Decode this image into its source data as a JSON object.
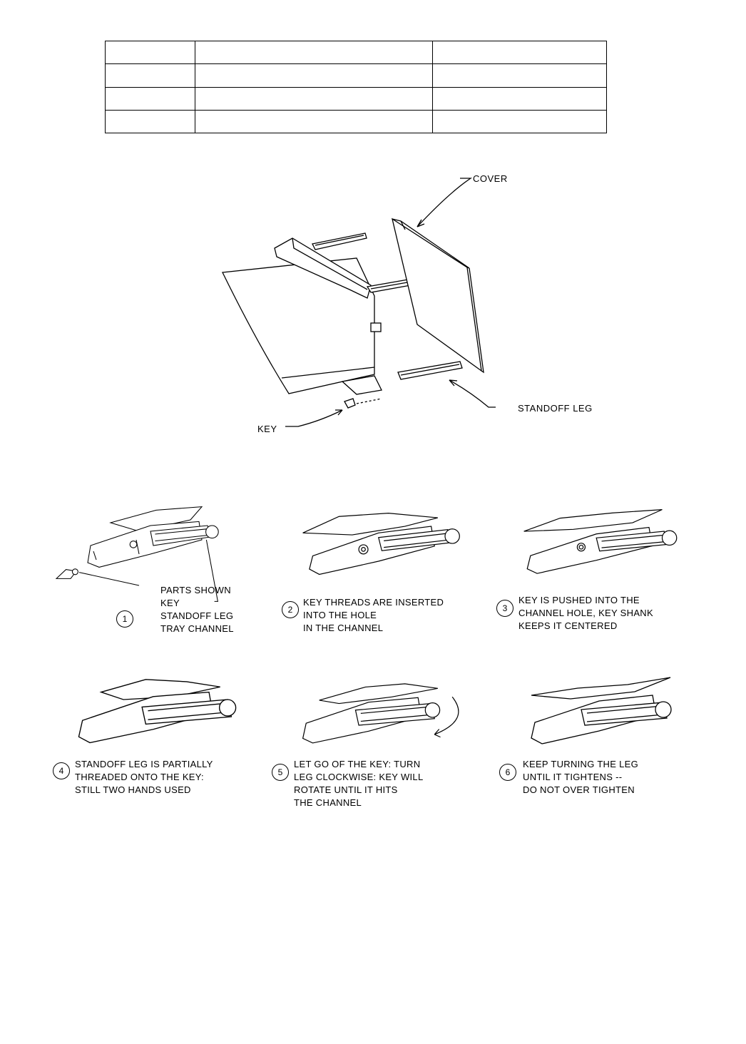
{
  "exploded_view": {
    "cover_label": "COVER",
    "standoff_leg_label": "STANDOFF LEG",
    "key_label": "KEY"
  },
  "steps": [
    {
      "number": "1",
      "lines": [
        "PARTS SHOWN",
        "KEY",
        "STANDOFF LEG",
        "TRAY CHANNEL"
      ]
    },
    {
      "number": "2",
      "lines": [
        "KEY THREADS ARE INSERTED",
        "INTO THE HOLE",
        "IN THE CHANNEL"
      ]
    },
    {
      "number": "3",
      "lines": [
        "KEY IS PUSHED INTO THE",
        "CHANNEL HOLE, KEY SHANK",
        "KEEPS IT CENTERED"
      ]
    },
    {
      "number": "4",
      "lines": [
        "STANDOFF LEG IS PARTIALLY",
        "THREADED ONTO THE KEY:",
        "STILL TWO HANDS USED"
      ]
    },
    {
      "number": "5",
      "lines": [
        "LET GO OF THE KEY: TURN",
        "LEG CLOCKWISE: KEY WILL",
        "ROTATE UNTIL IT HITS",
        "THE CHANNEL"
      ]
    },
    {
      "number": "6",
      "lines": [
        "KEEP TURNING THE LEG",
        "UNTIL IT TIGHTENS --",
        "DO NOT OVER TIGHTEN"
      ]
    }
  ]
}
